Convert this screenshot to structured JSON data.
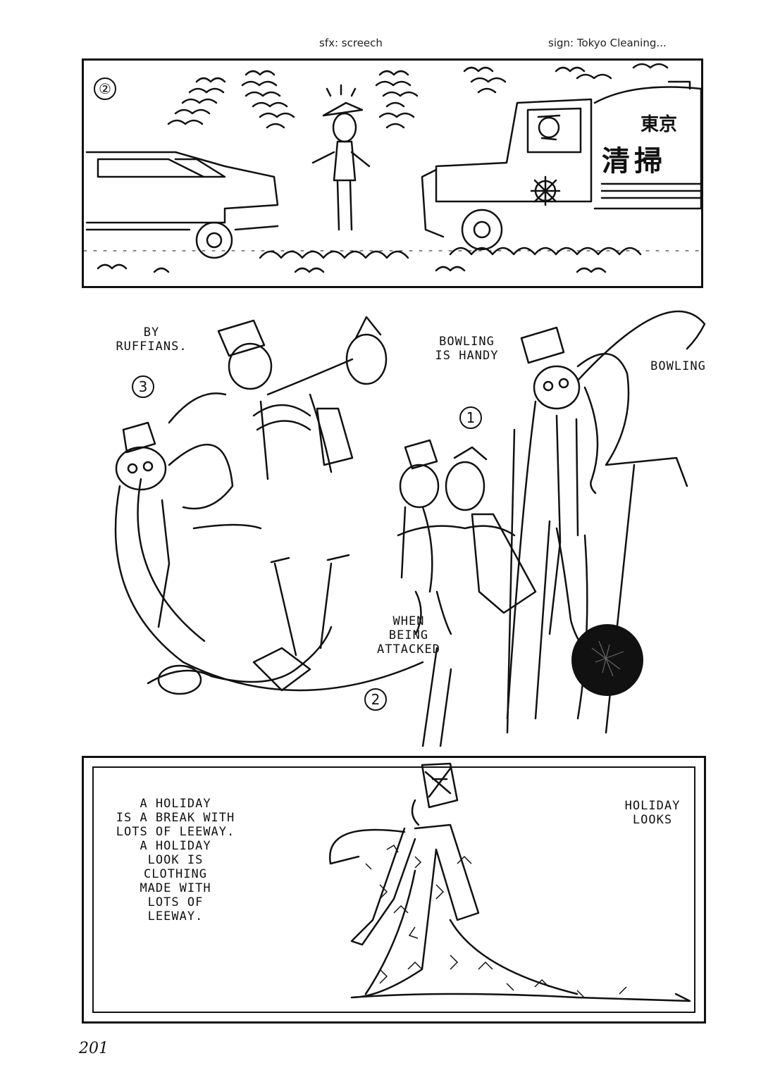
{
  "translator_notes": {
    "sfx": "sfx: screech",
    "sign": "sign: Tokyo Cleaning..."
  },
  "panel_top": {
    "number": "②",
    "sign_line1": "東京",
    "sign_line2": "清掃"
  },
  "middle_section": {
    "captions": {
      "by_ruffians": "BY\nRUFFIANS.",
      "bowling_is_handy": "BOWLING\nIS HANDY",
      "bowling": "BOWLING",
      "when_being_attacked": "WHEN\nBEING\nATTACKED"
    },
    "step_numbers": {
      "step1": "1",
      "step2": "2",
      "step3": "3"
    }
  },
  "panel_bottom": {
    "caption_left": "A HOLIDAY\nIS A BREAK WITH\nLOTS OF LEEWAY.\nA HOLIDAY\nLOOK IS\nCLOTHING\nMADE WITH\nLOTS OF\nLEEWAY.",
    "caption_right": "HOLIDAY\nLOOKS"
  },
  "page_number": "201"
}
